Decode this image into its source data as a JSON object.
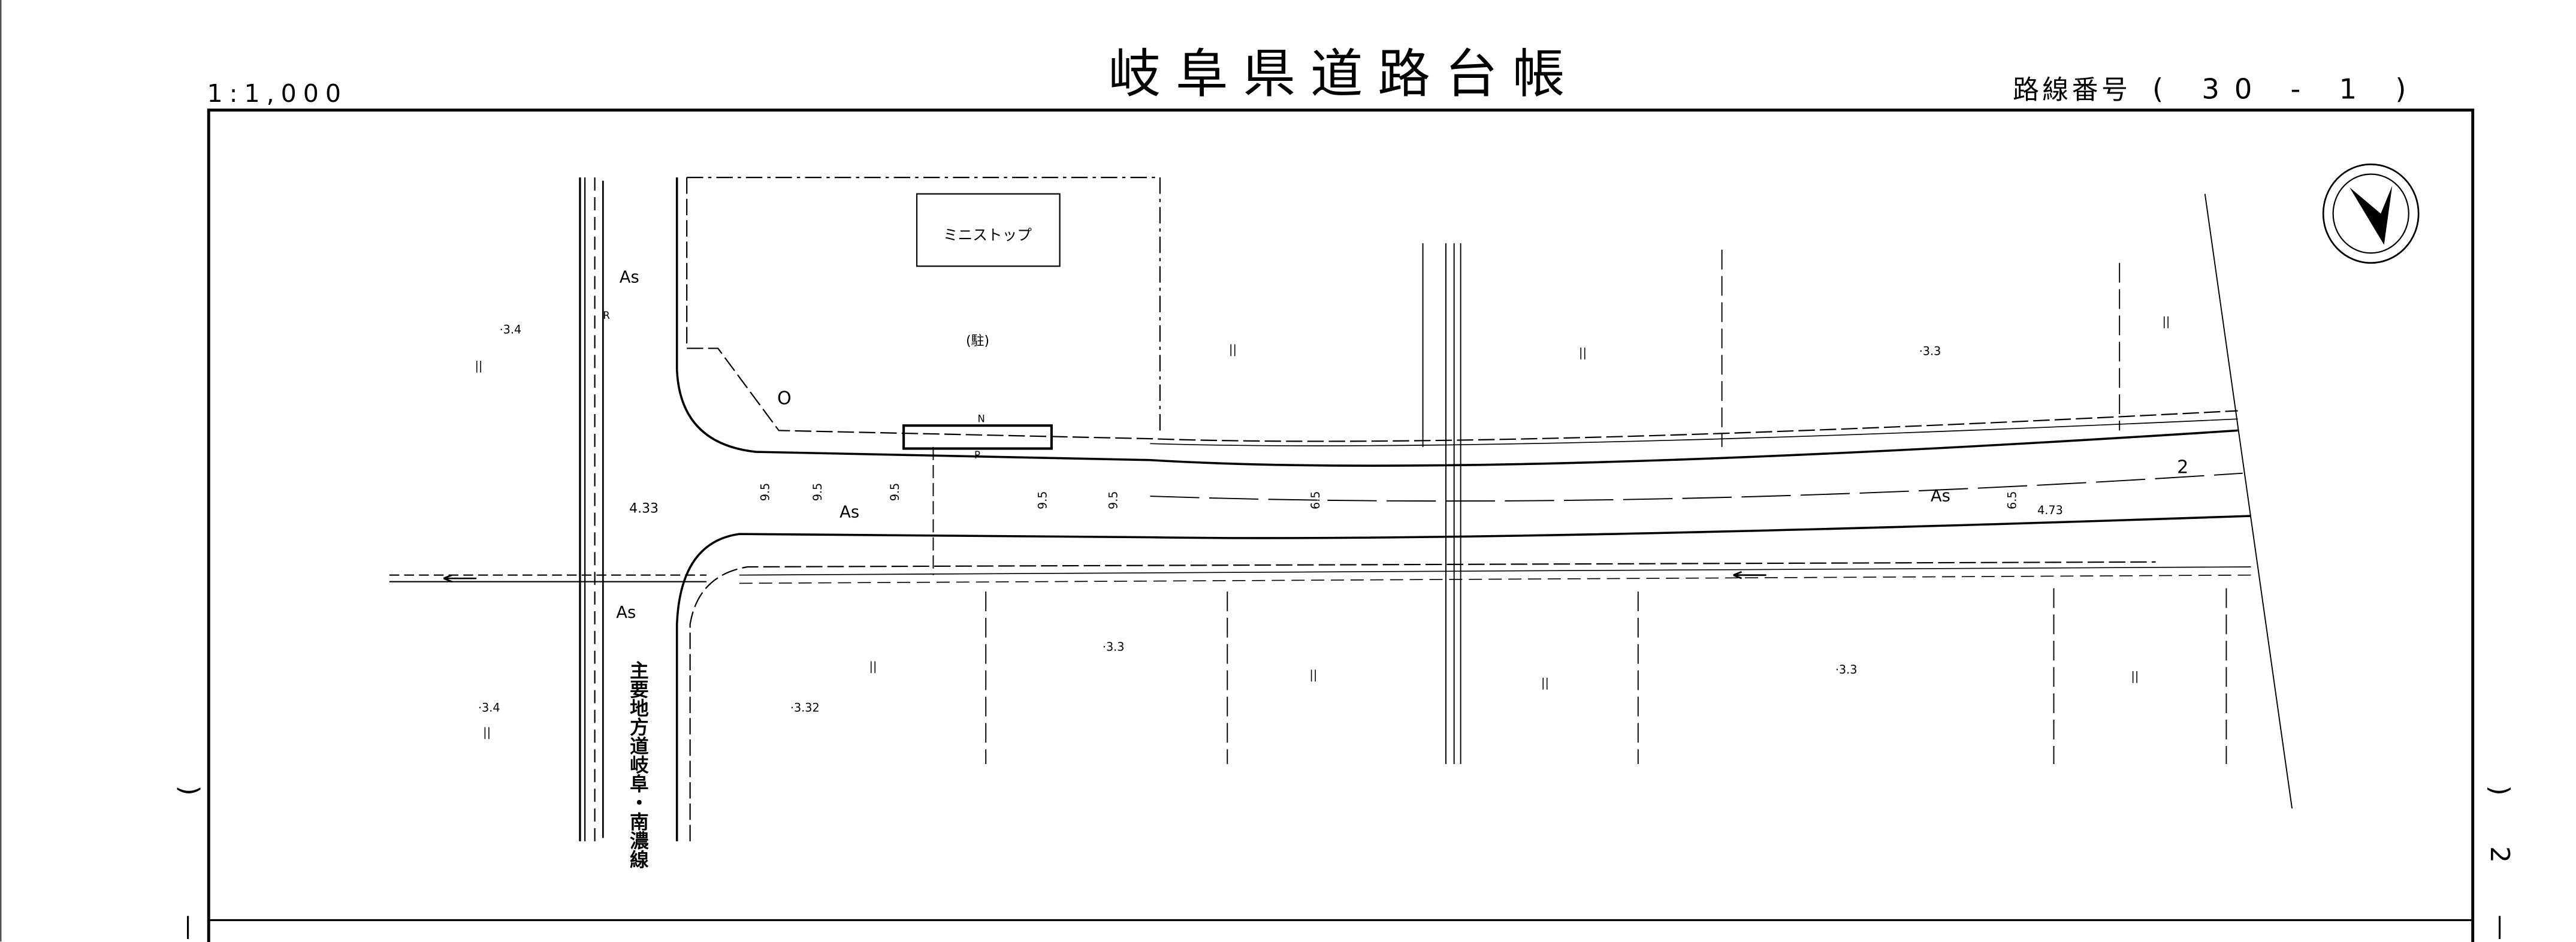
{
  "header": {
    "scale": "1:1,000",
    "title": "岐阜県道路台帳",
    "route_label": "路線番号",
    "route_number": "( 30 - 1 )"
  },
  "margins": {
    "left_paren": ")",
    "left_bar": "|",
    "right_paren": ")",
    "right_page": "2",
    "right_bar": "|"
  },
  "map": {
    "store_name": "ミニストップ",
    "parking": "(駐)",
    "road_name": "主要地方道岐阜・南濃線",
    "surface_labels": [
      "As",
      "As",
      "As",
      "As"
    ],
    "elevations": [
      "·3.4",
      "·3.4",
      "4.33",
      "·3.3",
      "·3.3",
      "·3.3",
      "·3.32",
      "4.73"
    ],
    "widths": [
      "9.5",
      "9.5",
      "9.5",
      "9.5",
      "9.5",
      "6.5",
      "6.5"
    ],
    "section_number": "2",
    "markers": {
      "north": "N",
      "p": "P",
      "r": "R",
      "o": "O",
      "field": "||"
    },
    "north_arrow": "north-arrow"
  }
}
